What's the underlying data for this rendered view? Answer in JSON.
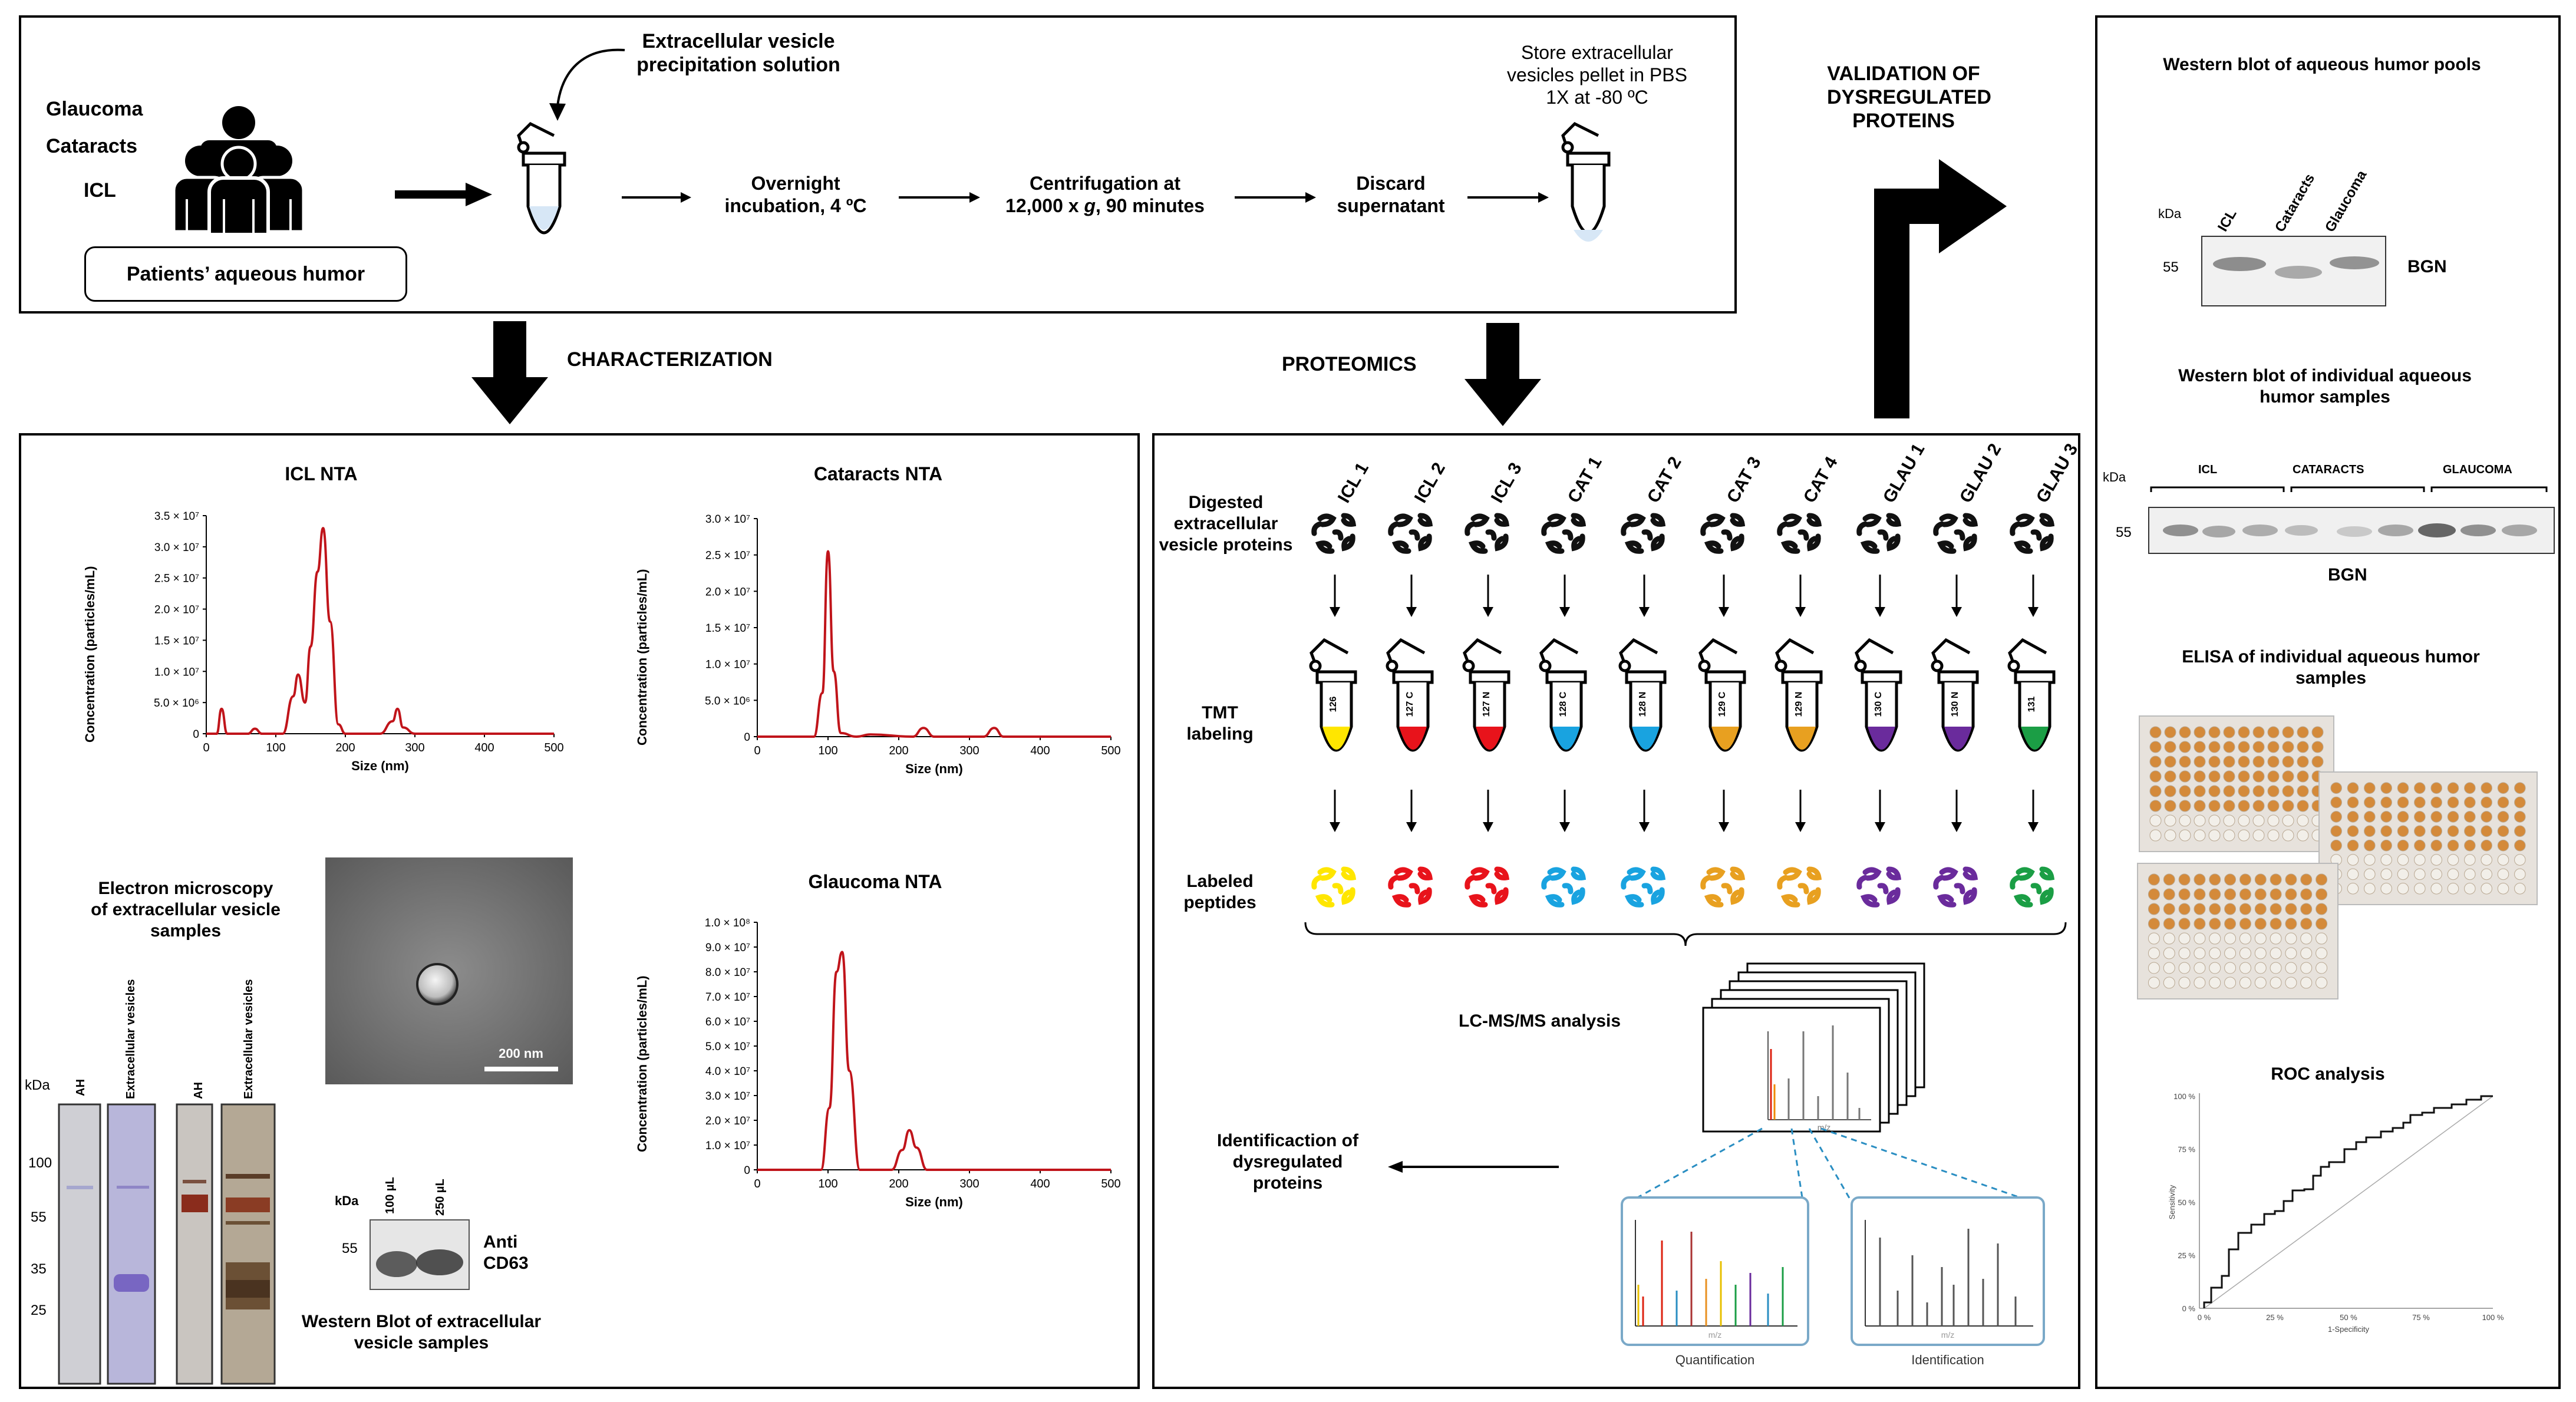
{
  "top": {
    "groups": [
      "Glaucoma",
      "Cataracts",
      "ICL"
    ],
    "patients_label": "Patients’ aqueous humor",
    "precip_label": "Extracellular vesicle precipitation solution",
    "step1": "Overnight incubation, 4 ºC",
    "step2_a": "Centrifugation at",
    "step2_b": "12,000 x ",
    "step2_g": "g",
    "step2_c": ", 90 minutes",
    "step3": "Discard supernatant",
    "step4": "Store extracellular vesicles pellet in PBS 1X at -80 ºC"
  },
  "branches": {
    "characterization": "CHARACTERIZATION",
    "proteomics": "PROTEOMICS",
    "validation": "VALIDATION OF DYSREGULATED PROTEINS"
  },
  "characterization": {
    "icl_title": "ICL NTA",
    "cat_title": "Cataracts NTA",
    "glau_title": "Glaucoma NTA",
    "ylabel": "Concentration (particles/mL)",
    "xlabel": "Size (nm)",
    "em_title": "Electron microscopy of extracellular vesicle samples",
    "scale_bar": "200 nm",
    "gel_kda": "kDa",
    "gel_lanes": [
      "AH",
      "Extracellular vesicles",
      "AH",
      "Extracellular vesicles"
    ],
    "gel_markers": [
      "100",
      "55",
      "35",
      "25"
    ],
    "wb_kda": "kDa",
    "wb_lanes": [
      "100 µL",
      "250 µL"
    ],
    "wb_marker": "55",
    "wb_antibody": "Anti CD63",
    "wb_title": "Western Blot of extracellular vesicle samples"
  },
  "chart_data": [
    {
      "type": "line",
      "title": "ICL NTA",
      "xlabel": "Size (nm)",
      "ylabel": "Concentration (particles/mL)",
      "xlim": [
        0,
        500
      ],
      "ylim": [
        0,
        35000000
      ],
      "xticks": [
        "0",
        "100",
        "200",
        "300",
        "400",
        "500"
      ],
      "yticks": [
        "0",
        "5.0 × 10⁶",
        "1.0 × 10⁷",
        "1.5 × 10⁷",
        "2.0 × 10⁷",
        "2.5 × 10⁷",
        "3.0 × 10⁷",
        "3.5 × 10⁷"
      ],
      "color": "#c0141a",
      "x": [
        0,
        15,
        22,
        30,
        60,
        70,
        80,
        110,
        125,
        132,
        142,
        150,
        160,
        168,
        178,
        190,
        200,
        220,
        250,
        268,
        275,
        283,
        300,
        350,
        400,
        450,
        500
      ],
      "y": [
        0,
        0,
        4000000,
        0,
        0,
        800000,
        0,
        0,
        6000000,
        9500000,
        5000000,
        14000000,
        26000000,
        33000000,
        18000000,
        1500000,
        0,
        0,
        0,
        2000000,
        4000000,
        1000000,
        0,
        0,
        0,
        0,
        0
      ]
    },
    {
      "type": "line",
      "title": "Cataracts NTA",
      "xlabel": "Size (nm)",
      "ylabel": "Concentration (particles/mL)",
      "xlim": [
        0,
        500
      ],
      "ylim": [
        0,
        30000000
      ],
      "xticks": [
        "0",
        "100",
        "200",
        "300",
        "400",
        "500"
      ],
      "yticks": [
        "0",
        "5.0 × 10⁶",
        "1.0 × 10⁷",
        "1.5 × 10⁷",
        "2.0 × 10⁷",
        "2.5 × 10⁷",
        "3.0 × 10⁷"
      ],
      "color": "#c0141a",
      "x": [
        0,
        80,
        92,
        100,
        108,
        118,
        140,
        160,
        220,
        235,
        250,
        320,
        335,
        348,
        500
      ],
      "y": [
        0,
        0,
        6000000,
        25500000,
        9000000,
        500000,
        0,
        300000,
        0,
        1200000,
        0,
        0,
        1200000,
        0,
        0
      ]
    },
    {
      "type": "line",
      "title": "Glaucoma NTA",
      "xlabel": "Size (nm)",
      "ylabel": "Concentration (particles/mL)",
      "xlim": [
        0,
        500
      ],
      "ylim": [
        0,
        100000000
      ],
      "xticks": [
        "0",
        "100",
        "200",
        "300",
        "400",
        "500"
      ],
      "yticks": [
        "0",
        "1.0 × 10⁷",
        "2.0 × 10⁷",
        "3.0 × 10⁷",
        "4.0 × 10⁷",
        "5.0 × 10⁷",
        "6.0 × 10⁷",
        "7.0 × 10⁷",
        "8.0 × 10⁷",
        "9.0 × 10⁷",
        "1.0 × 10⁸"
      ],
      "color": "#c0141a",
      "x": [
        0,
        90,
        102,
        112,
        120,
        130,
        145,
        190,
        205,
        215,
        225,
        240,
        500
      ],
      "y": [
        0,
        0,
        25000000,
        80000000,
        88000000,
        40000000,
        0,
        0,
        8000000,
        16000000,
        9000000,
        0,
        0
      ]
    }
  ],
  "proteomics": {
    "samples": [
      "ICL 1",
      "ICL 2",
      "ICL 3",
      "CAT 1",
      "CAT 2",
      "CAT 3",
      "CAT 4",
      "GLAU 1",
      "GLAU 2",
      "GLAU 3"
    ],
    "tags": [
      "126",
      "127 C",
      "127 N",
      "128 C",
      "128 N",
      "129 C",
      "129 N",
      "130 C",
      "130 N",
      "131"
    ],
    "tag_colors": [
      "#ffe600",
      "#e8131b",
      "#e8131b",
      "#19a3e0",
      "#19a3e0",
      "#e8a020",
      "#e8a020",
      "#6a2b9c",
      "#6a2b9c",
      "#1b9e45"
    ],
    "row1": "Digested extracellular vesicle proteins",
    "row2": "TMT labeling",
    "row3": "Labeled peptides",
    "lcms": "LC-MS/MS analysis",
    "ident": "Identificaction of dysregulated proteins",
    "mz": "m/z",
    "quant_label": "Quantification",
    "ident_label": "Identification"
  },
  "validation": {
    "wb_pool_title": "Western blot of aqueous humor pools",
    "pool_lanes": [
      "ICL",
      "Cataracts",
      "Glaucoma"
    ],
    "kda": "kDa",
    "marker": "55",
    "protein": "BGN",
    "wb_ind_title": "Western blot of individual aqueous humor samples",
    "ind_groups": [
      "ICL",
      "CATARACTS",
      "GLAUCOMA"
    ],
    "elisa_title": "ELISA of  individual aqueous humor samples",
    "roc_title": "ROC analysis",
    "roc_ylabel": "Sensitivity",
    "roc_xlabel": "1-Specificity",
    "roc_ticks": [
      "0 %",
      "25 %",
      "50 %",
      "75 %",
      "100 %"
    ]
  }
}
